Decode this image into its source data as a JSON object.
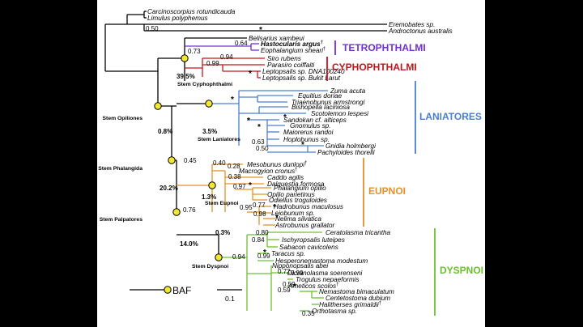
{
  "taxa": {
    "carcinoscorpius": "Carcinoscorpius rotundicauda",
    "limulus": "Limulus polyphemus",
    "eremobates": "Eremobates sp.",
    "androctonus": "Androctonus australis",
    "belisarius": "Belisarius xambeui",
    "hastocularis": "Hastocularis argus",
    "eophalangium": "Eophalangium sheari",
    "siro": "Siro rubens",
    "parasiro": "Parasiro coiffaiti",
    "leptopsalis1": "Leptopsalis sp. DNA100240",
    "leptopsalis2": "Leptopsalis sp. Bukit Larut",
    "zuma": "Zuma acuta",
    "equitius": "Equitius doriae",
    "triaenobunus": "Triaenobunus armstrongi",
    "bishopella": "Bishopella laciniosa",
    "scotolemon": "Scotolemon lespesi",
    "sandokan": "Sandokan cf. alticeps",
    "gnomulus": "Gnomulus sp.",
    "maiorerus": "Maiorerus randoi",
    "hoplobunus": "Hoplobunus sp.",
    "gnidia": "Gnidia holmbergi",
    "pachyloides": "Pachyloides thorelli",
    "mesobunus": "Mesobunus dunlopi",
    "macrogyion": "Macrogyion cronus",
    "caddo": "Caddo agilis",
    "dalquestia": "Dalquestia formosa",
    "phalangium": "Phalangium opilio",
    "opilio": "Opilio parietinus",
    "odiellus": "Odiellus troguloides",
    "hadrobunus": "Hadrobunus maculosus",
    "leiobunum": "Leiobunum sp.",
    "nelima": "Nelima silvatica",
    "astrobunus": "Astrobunus grallator",
    "ceratolasma": "Ceratolasma tricantha",
    "ischyropsalis": "Ischyropsalis luteipes",
    "sabacon": "Sabacon cavicolens",
    "taracus": "Taracus sp.",
    "hesperonemastoma": "Hesperonemastoma modestum",
    "nipponopsalis": "Nipponopsalis abei",
    "dicranolasma": "Dicranolasma soerenseni",
    "trogulus": "Trogulus nepaeformis",
    "ameticos": "Ameticos scolos",
    "nemastoma": "Nemastoma bimaculatum",
    "centetostoma": "Centetostoma dubium",
    "halitherses": "Halitherses grimaldii",
    "orthotasma": "Orthotasma sp."
  },
  "dagger": "†",
  "star": "*",
  "support": {
    "s050": "0.50",
    "s073": "0.73",
    "s064": "0.64",
    "s094": "0.94",
    "s099": "0.99",
    "s063": "0.63",
    "s050b": "0.50",
    "s045": "0.45",
    "s040": "0.40",
    "s028": "0.28",
    "s038": "0.38",
    "s097": "0.97",
    "s077": "0.77",
    "s095": "0.95",
    "s098": "0.98",
    "s076": "0.76",
    "s080": "0.80",
    "s084": "0.84",
    "s099b": "0.99",
    "s094b": "0.94",
    "s072": "0.72",
    "s099c": "0.99",
    "s059": "0.59",
    "s059b": "0.59",
    "s035": "0.35"
  },
  "nodes": {
    "opiliones": "Stem Opiliones",
    "phalangida": "Stem Phalangida",
    "palpatores": "Stem Palpatores",
    "cyphophthalmi": "Stem Cyphophthalmi",
    "laniatores": "Stem Laniatores",
    "eupnoi": "Stem Eupnoi",
    "dyspnoi": "Stem Dyspnoi"
  },
  "percents": {
    "cyphophthalmi": "39.5%",
    "opiliones": "0.8%",
    "laniatores": "3.5%",
    "phalangida": "20.2%",
    "eupnoi": "1.3%",
    "palpatores": "14.0%",
    "dyspnoi": "0.3%"
  },
  "clades": {
    "tetrophthalmi": "TETROPHTHALMI",
    "cyphophthalmi": "CYPHOPHTHALMI",
    "laniatores": "LANIATORES",
    "eupnoi": "EUPNOI",
    "dyspnoi": "DYSPNOI"
  },
  "legend": {
    "baf": "BAF",
    "scale": "0.1"
  },
  "colors": {
    "black": "#000000",
    "tetrophthalmi": "#7030d0",
    "cyphophthalmi": "#c0161b",
    "laniatores": "#4a7fd0",
    "eupnoi": "#e39028",
    "dyspnoi": "#6cc030",
    "node": "#f2e830"
  }
}
